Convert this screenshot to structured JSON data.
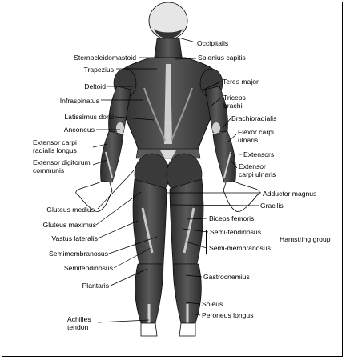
{
  "labels": {
    "occipitalis": "Occipitalis",
    "sternocleidomastoid": "Sternocleidomastoid",
    "splenius_capitis": "Splenius capitis",
    "trapezius": "Trapezius",
    "deltoid": "Deltoid",
    "teres_major": "Teres major",
    "infraspinatus": "Infraspinatus",
    "triceps_brachii": "Triceps\nbrachii",
    "latissimus_dorsi": "Latissimus dorsi",
    "brachioradialis": "Brachioradialis",
    "anconeus": "Anconeus",
    "flexor_carpi_ulnaris": "Flexor carpi\nulnaris",
    "extensor_carpi_radialis_longus": "Extensor carpi\nradialis longus",
    "extensors": "Extensors",
    "extensor_digitorum_communis": "Extensor digitorum\ncommunis",
    "extensor_carpi_ulnaris": "Extensor\ncarpi ulnaris",
    "adductor_magnus": "Adductor magnus",
    "gluteus_medius": "Gluteus medius",
    "gracilis": "Gracilis",
    "gluteus_maximus": "Gluteus maximus",
    "biceps_femoris": "Biceps femoris",
    "vastus_lateralis": "Vastus lateralis",
    "semi_tendinosus": "Semi-tendinosus",
    "hamstring_group": "Hamstring group",
    "semi_membranosus": "Semi-membranosus",
    "semimembranosus": "Semimembranosus",
    "semitendinosus": "Semitendinosus",
    "gastrocnemius": "Gastrocnemius",
    "plantaris": "Plantaris",
    "soleus": "Soleus",
    "achilles_tendon": "Achilles\ntendon",
    "peroneus_longus": "Peroneus longus"
  },
  "colors": {
    "muscle": "#4a4a4a",
    "muscle_dark": "#1f1f1f",
    "highlight": "#cfcfcf",
    "outline": "#000000",
    "skin": "#ffffff"
  },
  "icons": [
    "human-body-posterior-illustration"
  ]
}
